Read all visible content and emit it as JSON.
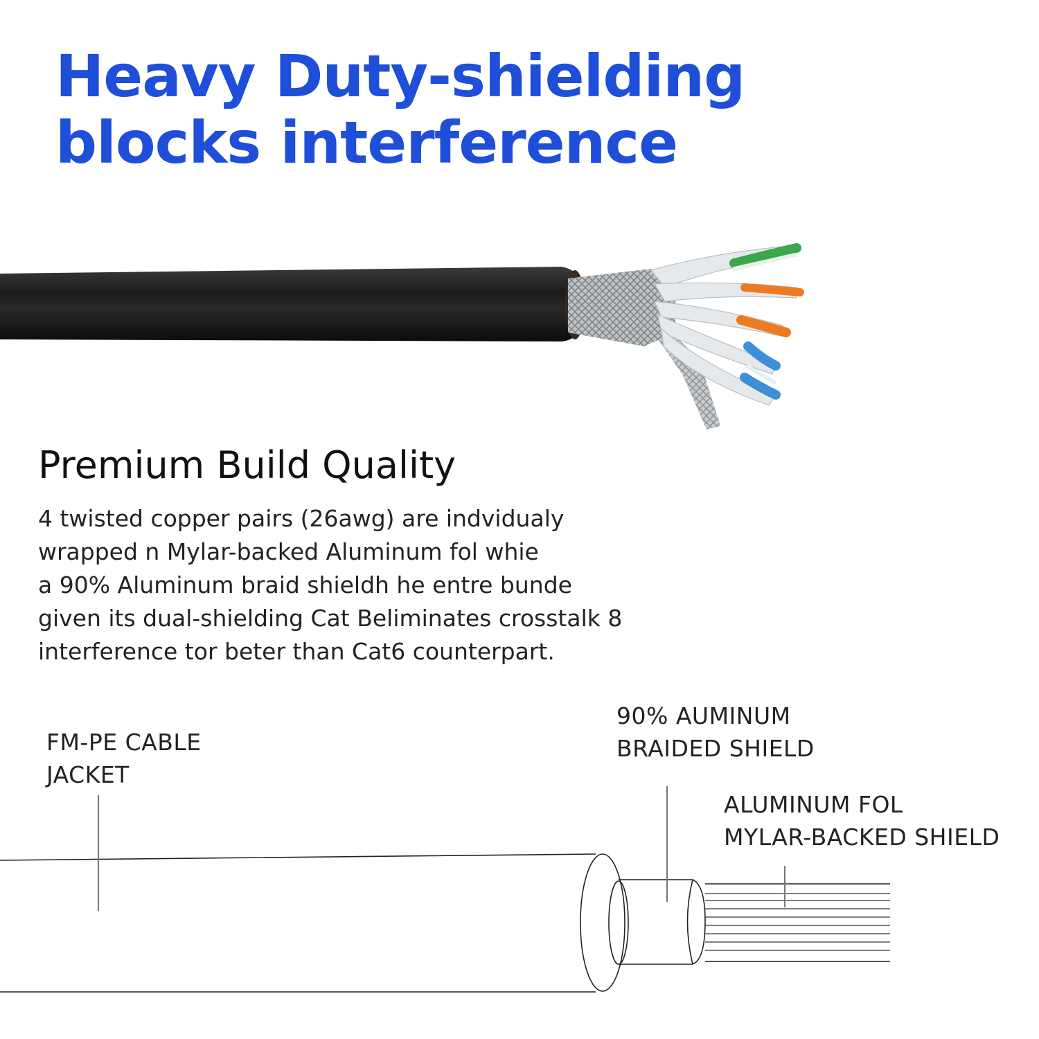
{
  "headline": {
    "line1": "Heavy Duty-shielding",
    "line2": "blocks interference"
  },
  "section": {
    "title": "Premium Build Quality",
    "body_lines": [
      "4 twisted copper pairs (26awg) are indvidualy",
      "wrapped n Mylar-backed Aluminum fol whie",
      "a 90% Aluminum braid shieldh he entre bunde",
      "given its dual-shielding Cat Beliminates crosstalk 8",
      "interference tor beter than Cat6 counterpart."
    ]
  },
  "diagram": {
    "labels": {
      "jacket": [
        "FM-PE CABLE",
        "JACKET"
      ],
      "braid": [
        "90% AUMINUM",
        "BRAIDED SHIELD"
      ],
      "foil": [
        "ALUMINUM FOL",
        "MYLAR-BACKED SHIELD"
      ]
    }
  },
  "colors": {
    "headline": "#1f4fd8",
    "jacket": "#1a1a1a",
    "wire_green": "#3aa84a",
    "wire_orange": "#ee7a22",
    "wire_blue": "#3d8fd6"
  }
}
